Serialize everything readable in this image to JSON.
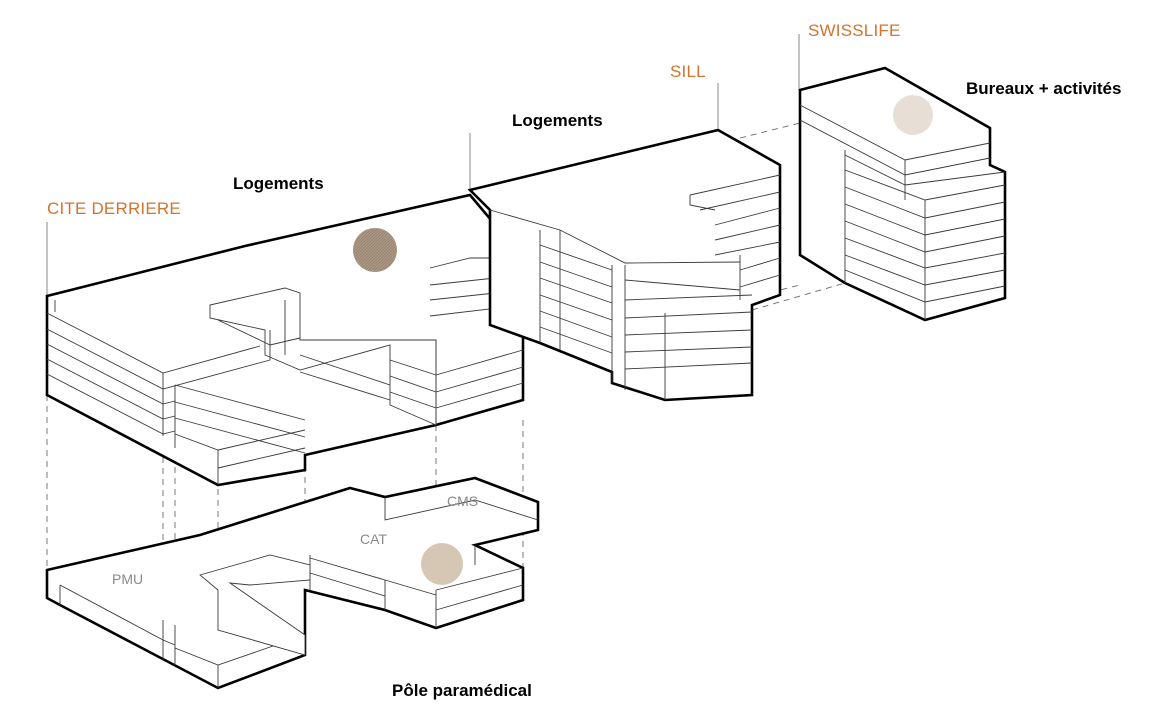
{
  "colors": {
    "operator_label": "#d2732f",
    "program_label": "#000000",
    "unit_label": "#8a8a8a",
    "marker_cite": "#a99784",
    "marker_swisslife": "#e7dfd5",
    "marker_pole": "#d6c7b4"
  },
  "operators": {
    "cite_derriere": "CITE DERRIERE",
    "sill": "SILL",
    "swisslife": "SWISSLIFE"
  },
  "programs": {
    "logements_left": "Logements",
    "logements_right": "Logements",
    "bureaux": "Bureaux + activités",
    "pole": "Pôle paramédical"
  },
  "units": {
    "pmu": "PMU",
    "cat": "CAT",
    "cms": "CMS"
  },
  "markers": {
    "cite": "marker-circle-icon",
    "swisslife": "marker-circle-icon",
    "pole": "marker-circle-icon"
  }
}
